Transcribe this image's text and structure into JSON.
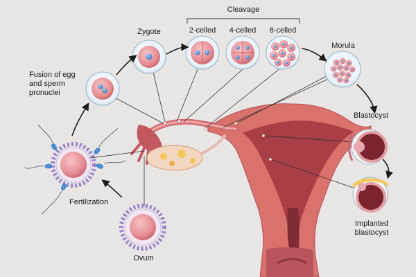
{
  "labels": {
    "cleavage": "Cleavage",
    "zygote": "Zygote",
    "two_celled": "2-celled",
    "four_celled": "4-celled",
    "eight_celled": "8-celled",
    "morula": "Morula",
    "fusion": "Fusion of egg\nand sperm\npronuclei",
    "blastocyst": "Blastocyst",
    "fertilization": "Fertilization",
    "implanted": "Implanted\nblastocyst",
    "ovum": "Ovum"
  },
  "colors": {
    "background": "#e8e6e5",
    "uterus_outer": "#d9716d",
    "uterus_inner": "#a83e46",
    "cell": "#e58d93",
    "nucleus": "#4a90d9",
    "corona": "#9a86c9",
    "arrow": "#1a1a1a"
  }
}
